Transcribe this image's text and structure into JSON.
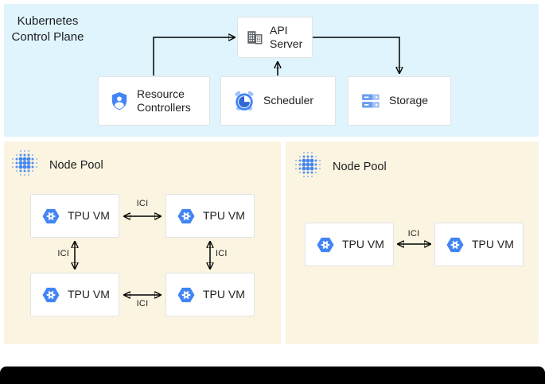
{
  "colors": {
    "accent_blue": "#4285F4",
    "dark_blue": "#3367D6",
    "light_blue_fill": "#A0C2F9",
    "control_plane_bg": "#DFF4FC",
    "node_pool_bg": "#FBF4E1",
    "arrow_color": "#000000"
  },
  "control_plane": {
    "title": "Kubernetes\nControl Plane",
    "api_server": "API Server",
    "resource_controllers": "Resource Controllers",
    "scheduler": "Scheduler",
    "storage": "Storage"
  },
  "node_pools": [
    {
      "label": "Node Pool",
      "vms": [
        "TPU VM",
        "TPU VM",
        "TPU VM",
        "TPU VM"
      ],
      "ici_labels": [
        "ICI",
        "ICI",
        "ICI",
        "ICI"
      ]
    },
    {
      "label": "Node Pool",
      "vms": [
        "TPU VM",
        "TPU VM"
      ],
      "ici_labels": [
        "ICI"
      ]
    }
  ]
}
